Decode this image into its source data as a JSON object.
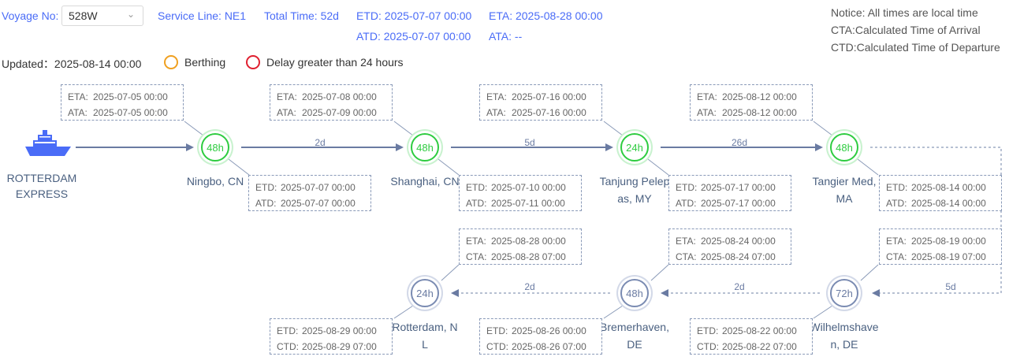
{
  "header": {
    "voyage_label": "Voyage No:",
    "voyage_value": "528W",
    "service_line": "Service Line: NE1",
    "total_time": "Total Time: 52d",
    "etd": "ETD: 2025-07-07 00:00",
    "eta": "ETA: 2025-08-28 00:00",
    "atd": "ATD: 2025-07-07 00:00",
    "ata": "ATA: --",
    "updated": "Updated：2025-08-14 00:00"
  },
  "legend": {
    "berthing": "Berthing",
    "delay": "Delay greater than 24 hours",
    "berthing_color": "#f0a020",
    "delay_color": "#e02030"
  },
  "notice": {
    "line1": "Notice: All times are local time",
    "line2": "CTA:Calculated Time of Arrival",
    "line3": "CTD:Calculated Time of Departure"
  },
  "ship": {
    "name": "ROTTERDAM EXPRESS",
    "icon": "ship-icon"
  },
  "ports": [
    {
      "name": "Ningbo, CN",
      "hours": "48h",
      "arr_k1": "ETA:",
      "arr_v1": "2025-07-05 00:00",
      "arr_k2": "ATA:",
      "arr_v2": "2025-07-05 00:00",
      "dep_k1": "ETD:",
      "dep_v1": "2025-07-07 00:00",
      "dep_k2": "ATD:",
      "dep_v2": "2025-07-07 00:00"
    },
    {
      "name": "Shanghai, CN",
      "hours": "48h",
      "arr_k1": "ETA:",
      "arr_v1": "2025-07-08 00:00",
      "arr_k2": "ATA:",
      "arr_v2": "2025-07-09 00:00",
      "dep_k1": "ETD:",
      "dep_v1": "2025-07-10 00:00",
      "dep_k2": "ATD:",
      "dep_v2": "2025-07-11 00:00"
    },
    {
      "name": "Tanjung Pelepas, MY",
      "hours": "24h",
      "arr_k1": "ETA:",
      "arr_v1": "2025-07-16 00:00",
      "arr_k2": "ATA:",
      "arr_v2": "2025-07-16 00:00",
      "dep_k1": "ETD:",
      "dep_v1": "2025-07-17 00:00",
      "dep_k2": "ATD:",
      "dep_v2": "2025-07-17 00:00"
    },
    {
      "name": "Tangier Med, MA",
      "hours": "48h",
      "arr_k1": "ETA:",
      "arr_v1": "2025-08-12 00:00",
      "arr_k2": "ATA:",
      "arr_v2": "2025-08-12 00:00",
      "dep_k1": "ETD:",
      "dep_v1": "2025-08-14 00:00",
      "dep_k2": "ATD:",
      "dep_v2": "2025-08-14 00:00"
    },
    {
      "name": "Wilhelmshaven, DE",
      "hours": "72h",
      "arr_k1": "ETA:",
      "arr_v1": "2025-08-19 00:00",
      "arr_k2": "CTA:",
      "arr_v2": "2025-08-19 07:00",
      "dep_k1": "ETD:",
      "dep_v1": "2025-08-22 00:00",
      "dep_k2": "CTD:",
      "dep_v2": "2025-08-22 07:00"
    },
    {
      "name": "Bremerhaven, DE",
      "hours": "48h",
      "arr_k1": "ETA:",
      "arr_v1": "2025-08-24 00:00",
      "arr_k2": "CTA:",
      "arr_v2": "2025-08-24 07:00",
      "dep_k1": "ETD:",
      "dep_v1": "2025-08-26 00:00",
      "dep_k2": "CTD:",
      "dep_v2": "2025-08-26 07:00"
    },
    {
      "name": "Rotterdam, NL",
      "hours": "24h",
      "arr_k1": "ETA:",
      "arr_v1": "2025-08-28 00:00",
      "arr_k2": "CTA:",
      "arr_v2": "2025-08-28 07:00",
      "dep_k1": "ETD:",
      "dep_v1": "2025-08-29 00:00",
      "dep_k2": "CTD:",
      "dep_v2": "2025-08-29 07:00"
    }
  ],
  "legs": {
    "l1": "2d",
    "l2": "5d",
    "l3": "26d",
    "l4": "5d",
    "l5": "2d",
    "l6": "2d"
  },
  "colors": {
    "accent": "#4a6cf7",
    "completed": "#2ecc40",
    "planned": "#7a8bb2"
  }
}
